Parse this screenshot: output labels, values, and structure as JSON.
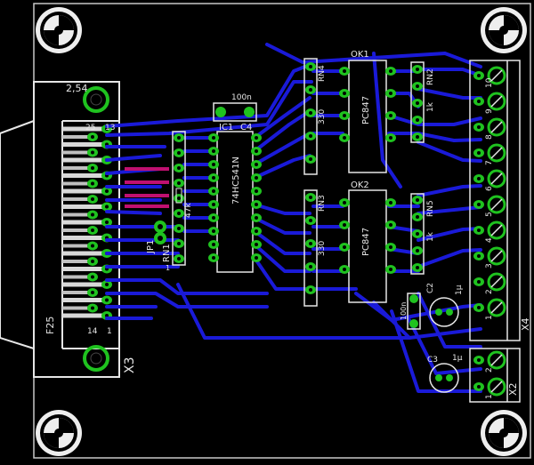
{
  "board": {
    "title": "",
    "colors": {
      "background": "#000000",
      "outline": "#c8c8c8",
      "trace_bottom": "#1a1ad8",
      "trace_top": "#c01070",
      "pad": "#1fc21f",
      "silk": "#e6e6e6",
      "via": "#3c3c3c"
    }
  },
  "labels": {
    "x3": "X3",
    "f25": "F25",
    "pitch": "2,54",
    "pin25": "25",
    "pin13": "13",
    "pin14": "14",
    "pin1": "1",
    "jp1": "JP1",
    "rn1": "RN1",
    "r47k": "47k",
    "ic1": "IC1",
    "ic1_part": "74HC541N",
    "c4": "C4",
    "c4_value": "100n",
    "ok1": "OK1",
    "ok1_part": "PC847",
    "ok2": "OK2",
    "ok2_part": "PC847",
    "rn4": "RN4",
    "rn4_value": "330",
    "rn3": "RN3",
    "rn3_value": "330",
    "rn2": "RN2",
    "rn2_value": "1k",
    "rn5": "RN5",
    "rn5_value": "1k",
    "c1_value": "100n",
    "c2": "C2",
    "c2_value": "1µ",
    "c3": "C3",
    "c3_value": "1µ",
    "x4": "X4",
    "x2": "X2",
    "term_x4": [
      "10",
      "9",
      "8",
      "7",
      "6",
      "5",
      "4",
      "3",
      "2",
      "1"
    ],
    "term_x2": [
      "2",
      "1"
    ],
    "pin_one": "1"
  }
}
